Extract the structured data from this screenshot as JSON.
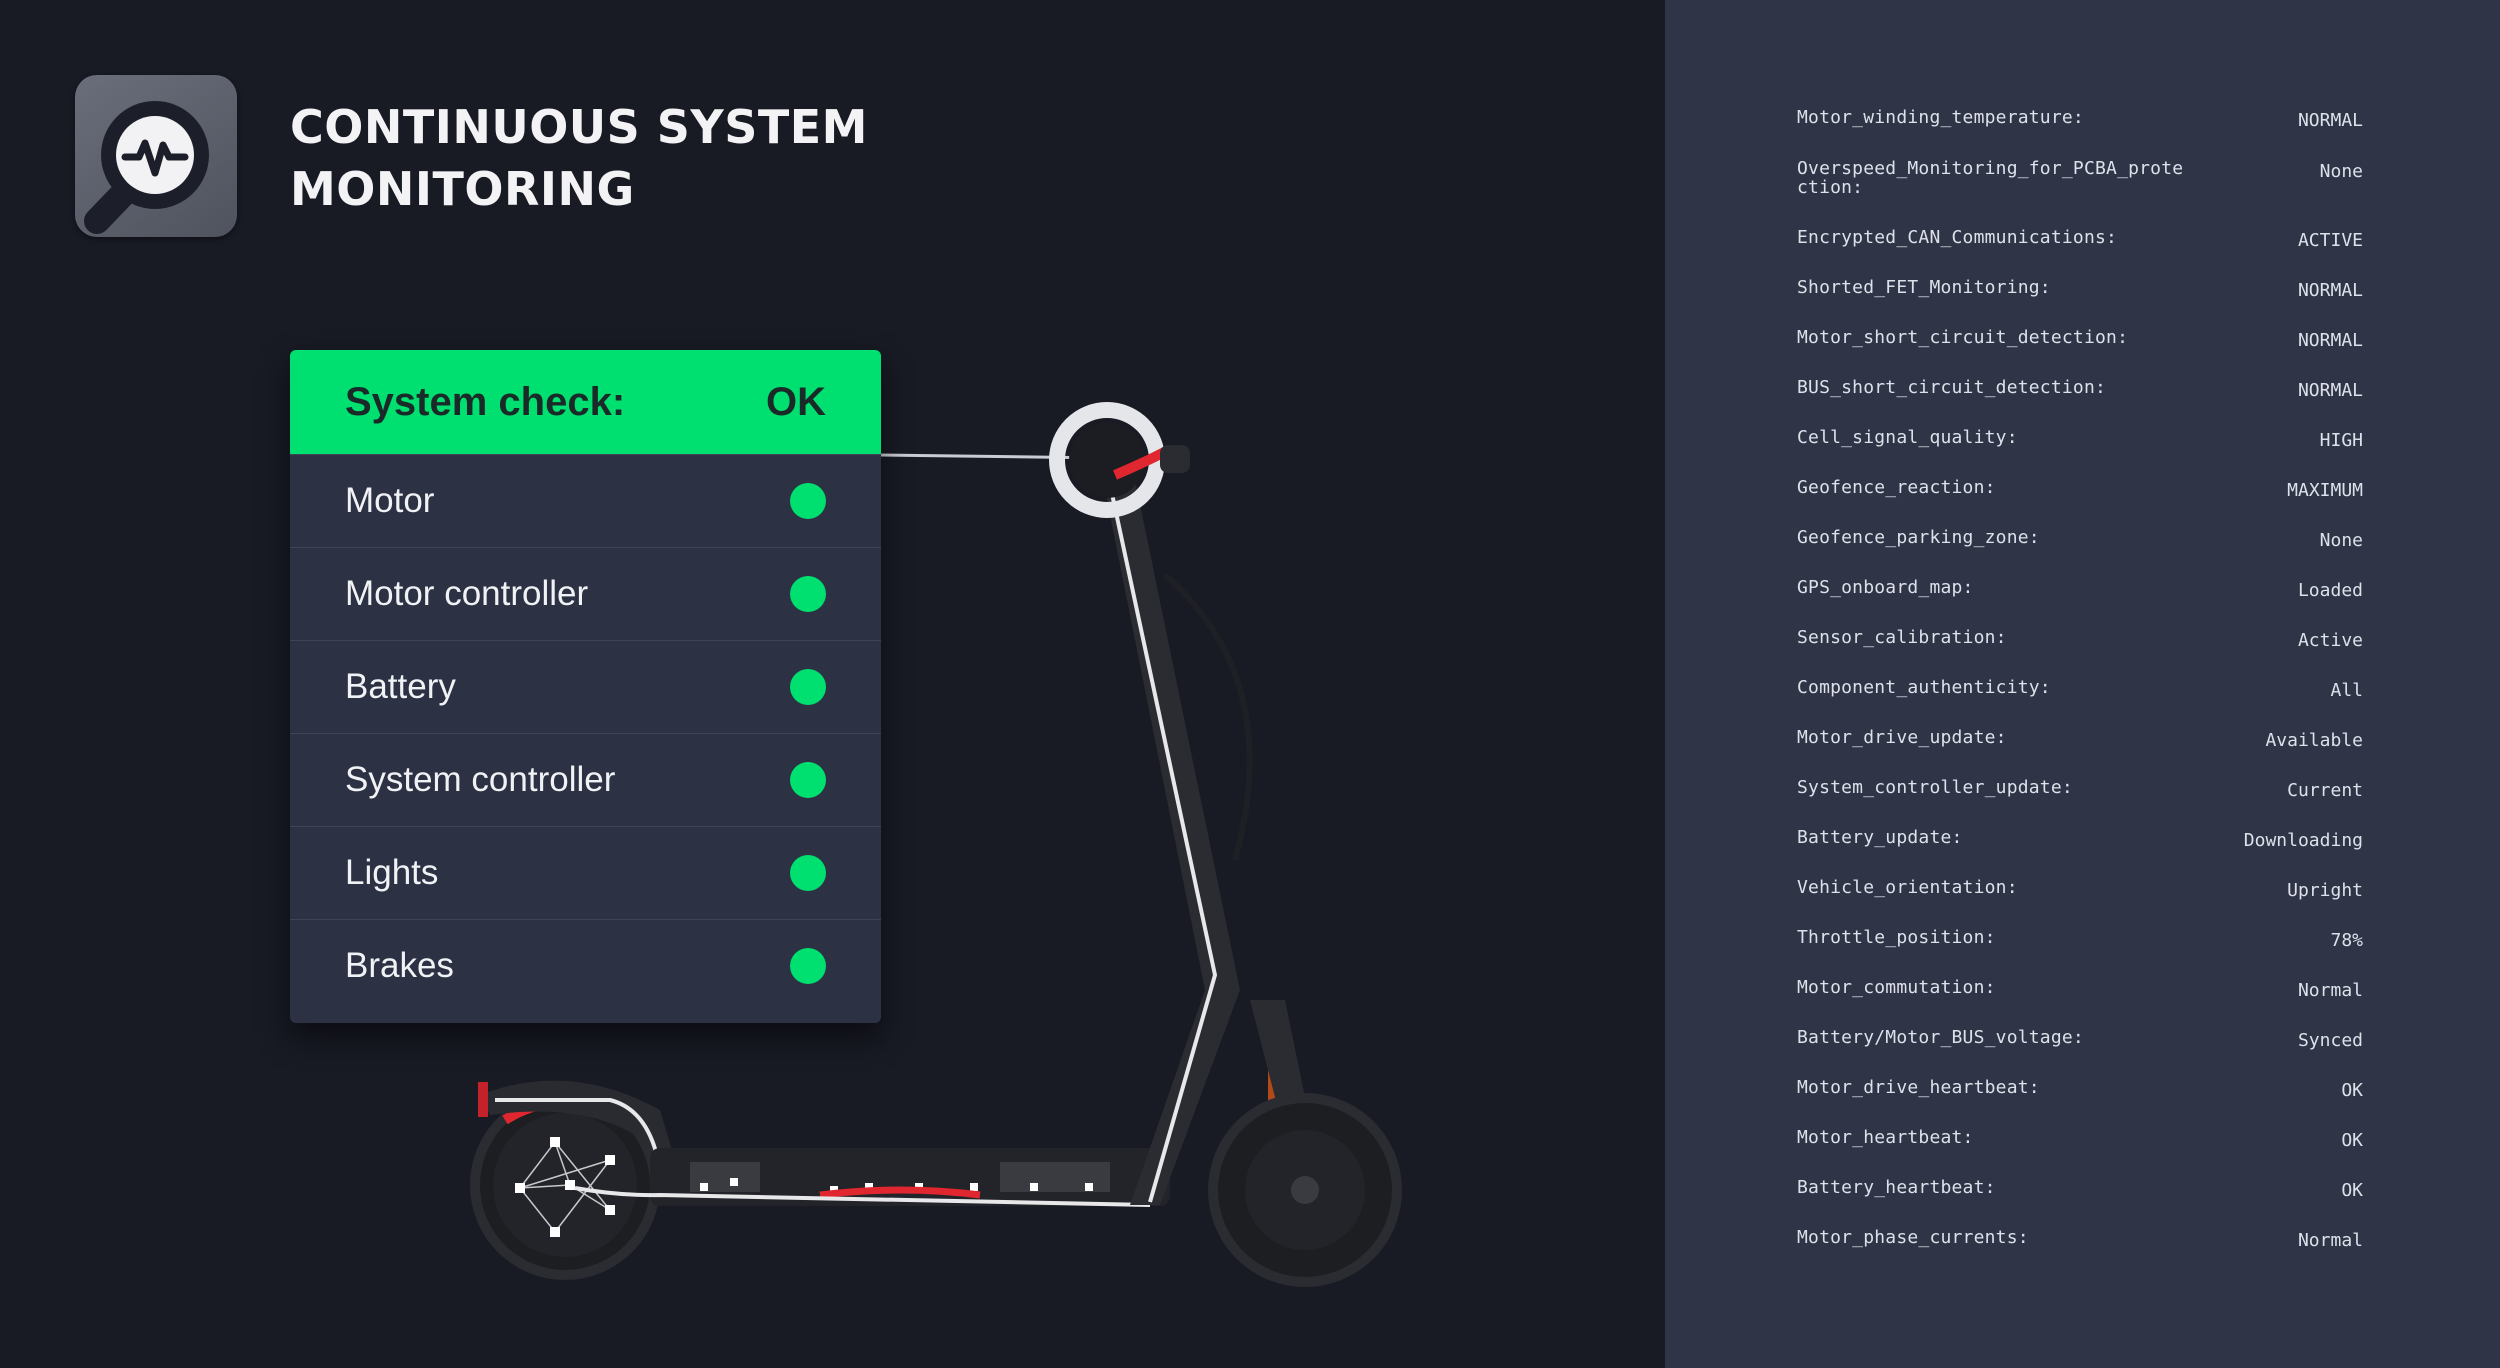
{
  "header": {
    "title_line1": "CONTINUOUS SYSTEM",
    "title_line2": "MONITORING",
    "logo_icon": "heartbeat-magnifier-icon"
  },
  "status_card": {
    "header_label": "System check:",
    "header_status": "OK",
    "rows": [
      {
        "label": "Motor",
        "status": "ok"
      },
      {
        "label": "Motor controller",
        "status": "ok"
      },
      {
        "label": "Battery",
        "status": "ok"
      },
      {
        "label": "System controller",
        "status": "ok"
      },
      {
        "label": "Lights",
        "status": "ok"
      },
      {
        "label": "Brakes",
        "status": "ok"
      }
    ]
  },
  "metrics": [
    {
      "key": "Motor_winding_temperature:",
      "value": "NORMAL"
    },
    {
      "key": "Overspeed_Monitoring_for_PCBA_protection:",
      "value": "None"
    },
    {
      "key": "Encrypted_CAN_Communications:",
      "value": "ACTIVE"
    },
    {
      "key": "Shorted_FET_Monitoring:",
      "value": "NORMAL"
    },
    {
      "key": "Motor_short_circuit_detection:",
      "value": "NORMAL"
    },
    {
      "key": "BUS_short_circuit_detection:",
      "value": "NORMAL"
    },
    {
      "key": "Cell_signal_quality:",
      "value": "HIGH"
    },
    {
      "key": "Geofence_reaction:",
      "value": "MAXIMUM"
    },
    {
      "key": "Geofence_parking_zone:",
      "value": "None"
    },
    {
      "key": "GPS_onboard_map:",
      "value": "Loaded"
    },
    {
      "key": "Sensor_calibration:",
      "value": "Active"
    },
    {
      "key": "Component_authenticity:",
      "value": "All"
    },
    {
      "key": "Motor_drive_update:",
      "value": "Available"
    },
    {
      "key": "System_controller_update:",
      "value": "Current"
    },
    {
      "key": "Battery_update:",
      "value": "Downloading"
    },
    {
      "key": "Vehicle_orientation:",
      "value": "Upright"
    },
    {
      "key": "Throttle_position:",
      "value": "78%"
    },
    {
      "key": "Motor_commutation:",
      "value": "Normal"
    },
    {
      "key": "Battery/Motor_BUS_voltage:",
      "value": "Synced"
    },
    {
      "key": "Motor_drive_heartbeat:",
      "value": "OK"
    },
    {
      "key": "Motor_heartbeat:",
      "value": "OK"
    },
    {
      "key": "Battery_heartbeat:",
      "value": "OK"
    },
    {
      "key": "Motor_phase_currents:",
      "value": "Normal"
    }
  ],
  "colors": {
    "accent_green": "#00e070",
    "background_left": "#181a24",
    "background_right": "#2f3446",
    "card_bg": "#2c3244",
    "highlight_red": "#e0262e"
  }
}
